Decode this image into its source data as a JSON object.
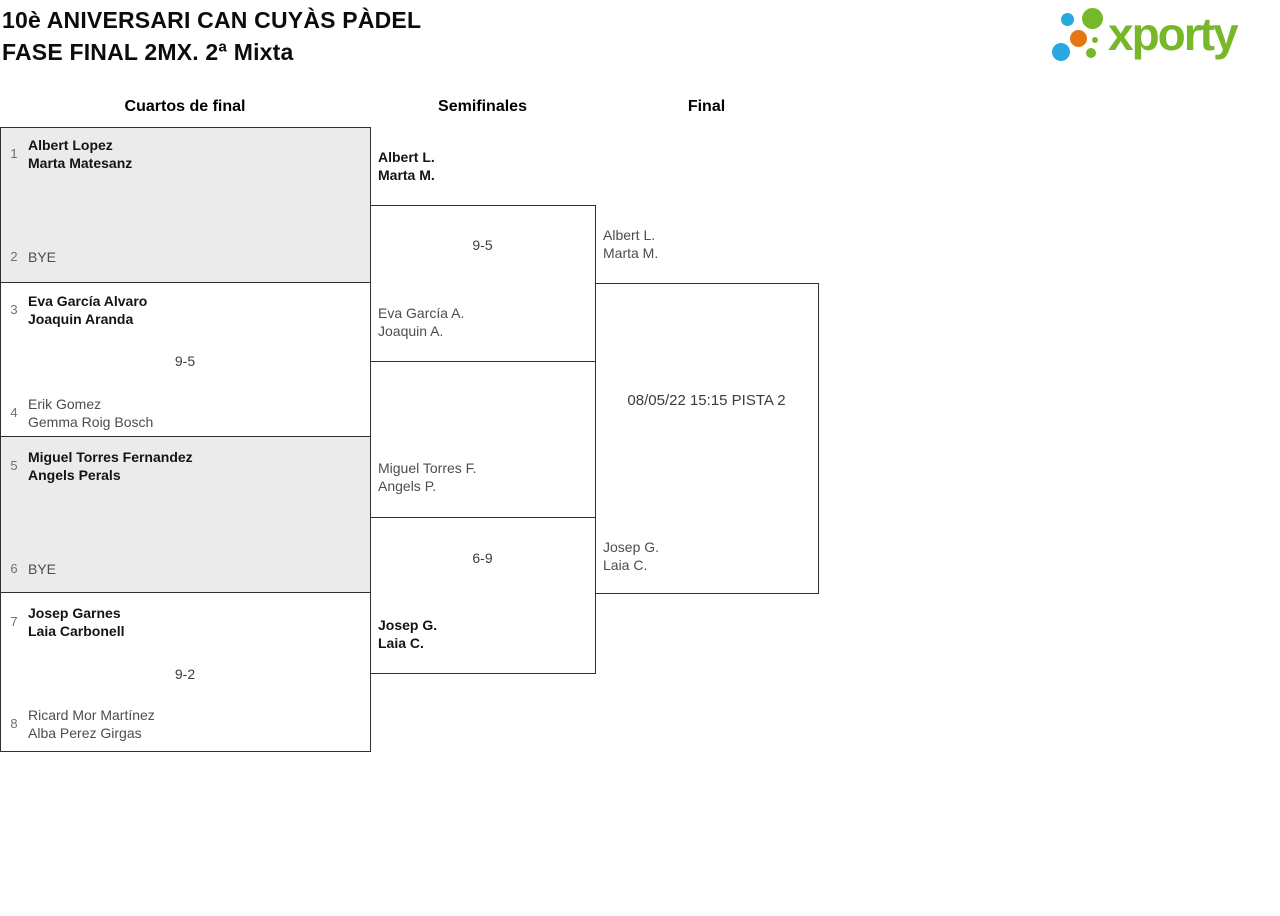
{
  "header": {
    "title_line1": "10è ANIVERSARI CAN CUYÀS PÀDEL",
    "title_line2": "FASE FINAL 2MX. 2ª Mixta"
  },
  "logo": {
    "text": "xporty",
    "colors": {
      "green": "#76b82a",
      "blue": "#29a8df",
      "orange": "#e87613"
    }
  },
  "round_labels": {
    "quarterfinals": "Cuartos de final",
    "semifinals": "Semifinales",
    "final": "Final"
  },
  "quarterfinals": [
    {
      "top": {
        "seed": "1",
        "line1": "Albert Lopez",
        "line2": "Marta Matesanz"
      },
      "bottom": {
        "seed": "2",
        "line1": "BYE"
      },
      "score": ""
    },
    {
      "top": {
        "seed": "3",
        "line1": "Eva García Alvaro",
        "line2": "Joaquin Aranda"
      },
      "bottom": {
        "seed": "4",
        "line1": "Erik Gomez",
        "line2": "Gemma Roig Bosch"
      },
      "score": "9-5"
    },
    {
      "top": {
        "seed": "5",
        "line1": "Miguel Torres Fernandez",
        "line2": "Angels Perals"
      },
      "bottom": {
        "seed": "6",
        "line1": "BYE"
      },
      "score": ""
    },
    {
      "top": {
        "seed": "7",
        "line1": "Josep Garnes",
        "line2": "Laia Carbonell"
      },
      "bottom": {
        "seed": "8",
        "line1": "Ricard Mor Martínez",
        "line2": "Alba Perez Girgas"
      },
      "score": "9-2"
    }
  ],
  "semifinals": [
    {
      "top": {
        "line1": "Albert L.",
        "line2": "Marta M."
      },
      "bottom": {
        "line1": "Eva García A.",
        "line2": "Joaquin A."
      },
      "score": "9-5"
    },
    {
      "top": {
        "line1": "Miguel Torres F.",
        "line2": "Angels P."
      },
      "bottom": {
        "line1": "Josep G.",
        "line2": "Laia C."
      },
      "score": "6-9"
    }
  ],
  "final": {
    "top": {
      "line1": "Albert L.",
      "line2": "Marta M."
    },
    "bottom": {
      "line1": "Josep G.",
      "line2": "Laia C."
    },
    "schedule": "08/05/22 15:15 PISTA 2"
  }
}
